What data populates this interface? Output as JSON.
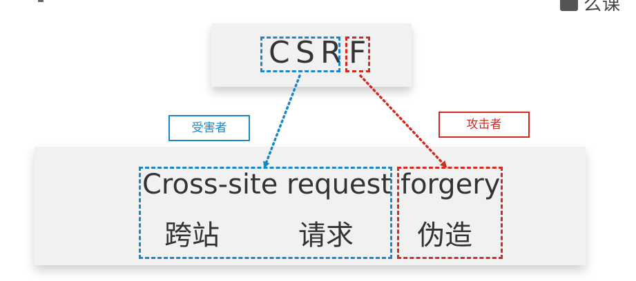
{
  "title_letters": [
    "C",
    "S",
    "R",
    "F"
  ],
  "roles": {
    "victim": "受害者",
    "attacker": "攻击者"
  },
  "phrase": {
    "cross_site": "Cross-site",
    "request": "request",
    "forgery": "forgery"
  },
  "translations": {
    "cross_site": "跨站",
    "request": "请求",
    "forgery": "伪造"
  },
  "colors": {
    "victim": "#1a86c8",
    "attacker": "#d42a1e",
    "text": "#333333",
    "card": "#f1f1f1"
  },
  "watermark": {
    "text": "么课堂"
  }
}
